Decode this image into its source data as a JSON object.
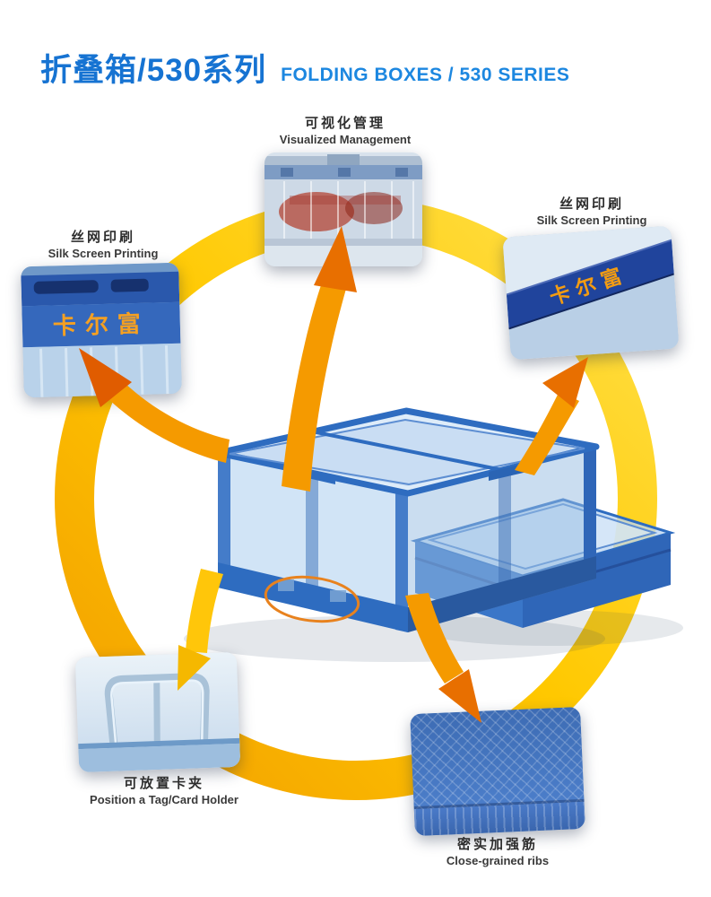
{
  "header": {
    "title_cn": "折叠箱/530系列",
    "title_en": "FOLDING BOXES / 530 SERIES"
  },
  "brand": {
    "name": "卡尔富"
  },
  "callouts": {
    "visualized": {
      "label_cn": "可视化管理",
      "label_en": "Visualized Management"
    },
    "silk_right": {
      "label_cn": "丝网印刷",
      "label_en": "Silk Screen Printing"
    },
    "silk_left": {
      "label_cn": "丝网印刷",
      "label_en": "Silk Screen Printing"
    },
    "card_holder": {
      "label_cn": "可放置卡夹",
      "label_en": "Position a Tag/Card Holder"
    },
    "ribs": {
      "label_cn": "密实加强筋",
      "label_en": "Close-grained ribs"
    }
  },
  "colors": {
    "title_blue": "#1673d2",
    "ring_yellow": "#ffd200",
    "ring_orange": "#f29d00",
    "arrow_orange": "#ef8200",
    "box_blue": "#2e6cc0"
  }
}
